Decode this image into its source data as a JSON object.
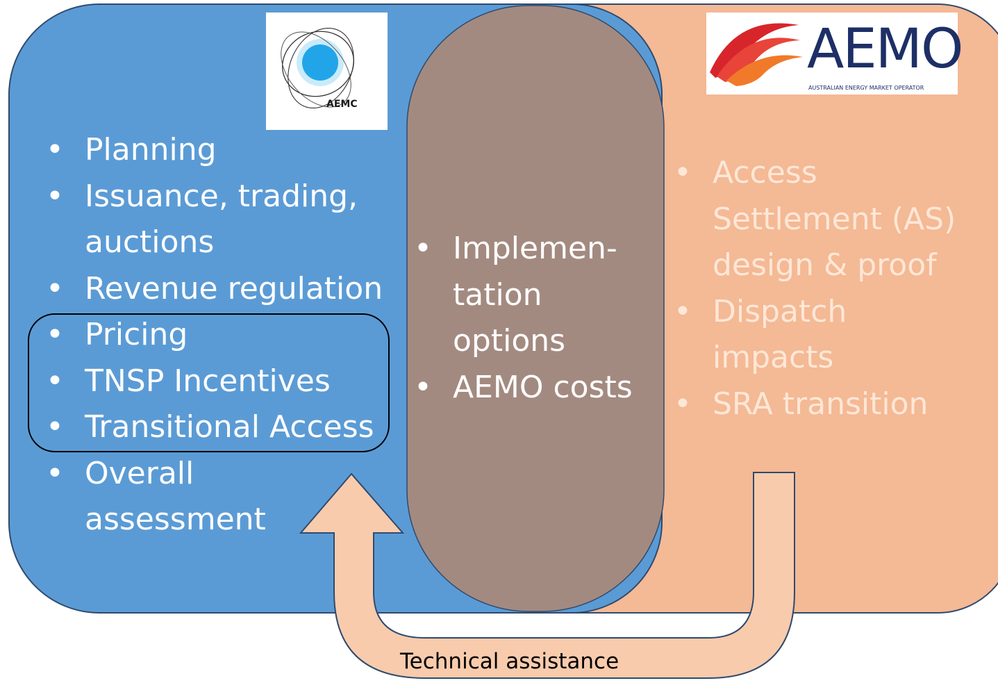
{
  "aemc": {
    "logo_text": "AEMC",
    "items": [
      "Planning",
      "Issuance, trading, auctions",
      "Revenue regulation",
      "Pricing",
      "TNSP Incentives",
      "Transitional Access",
      "Overall assessment"
    ],
    "highlighted_items": [
      "Pricing",
      "TNSP Incentives",
      "Transitional Access"
    ]
  },
  "overlap": {
    "items": [
      "Implemen-tation options",
      "AEMO costs"
    ]
  },
  "aemo": {
    "logo_text": "AEMO",
    "logo_subtitle": "AUSTRALIAN ENERGY MARKET OPERATOR",
    "items": [
      "Access Settlement (AS) design & proof",
      "Dispatch impacts",
      "SRA transition"
    ]
  },
  "arrow_label": "Technical assistance",
  "colors": {
    "aemc_blue": "#5b9bd5",
    "overlap_brown": "#a38a80",
    "aemo_peach": "#f4b995",
    "arrow_fill": "#f8cbad",
    "border_navy": "#2f4a6d"
  }
}
